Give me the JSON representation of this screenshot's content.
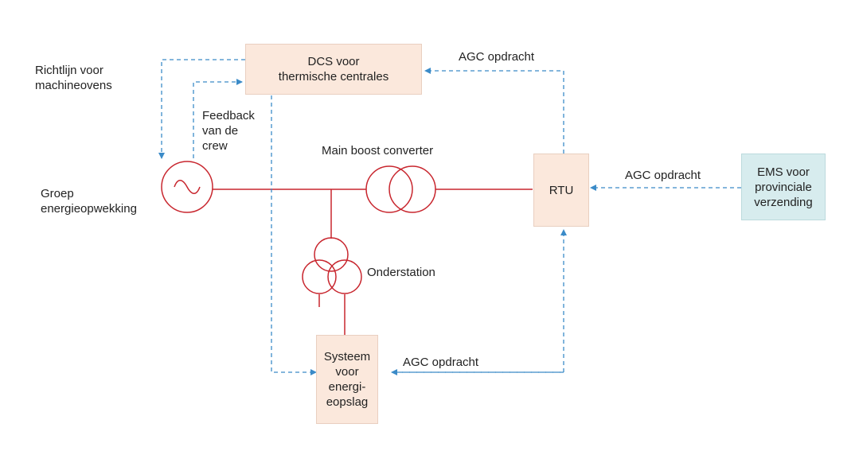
{
  "colors": {
    "power_line": "#c8262e",
    "signal_line": "#3b8bc8",
    "control_box": "#fbe8dc",
    "ems_box": "#d7ecee"
  },
  "nodes": {
    "dcs": "DCS voor\nthermische centrales",
    "rtu": "RTU",
    "ems": "EMS voor\nprovinciale\nverzending",
    "storage": "Systeem\nvoor\nenergi-\neopslag"
  },
  "labels": {
    "guideline": "Richtlijn voor\nmachineovens",
    "feedback": "Feedback\nvan de\ncrew",
    "generator": "Groep\nenergieopwekking",
    "main_transformer": "Main boost converter",
    "substation": "Onderstation",
    "agc_dcs": "AGC opdracht",
    "agc_ems": "AGC opdracht",
    "agc_storage": "AGC opdracht"
  },
  "icons": {
    "generator": "ac-generator-icon",
    "main_transformer": "two-winding-transformer-icon",
    "substation": "three-winding-transformer-icon"
  }
}
